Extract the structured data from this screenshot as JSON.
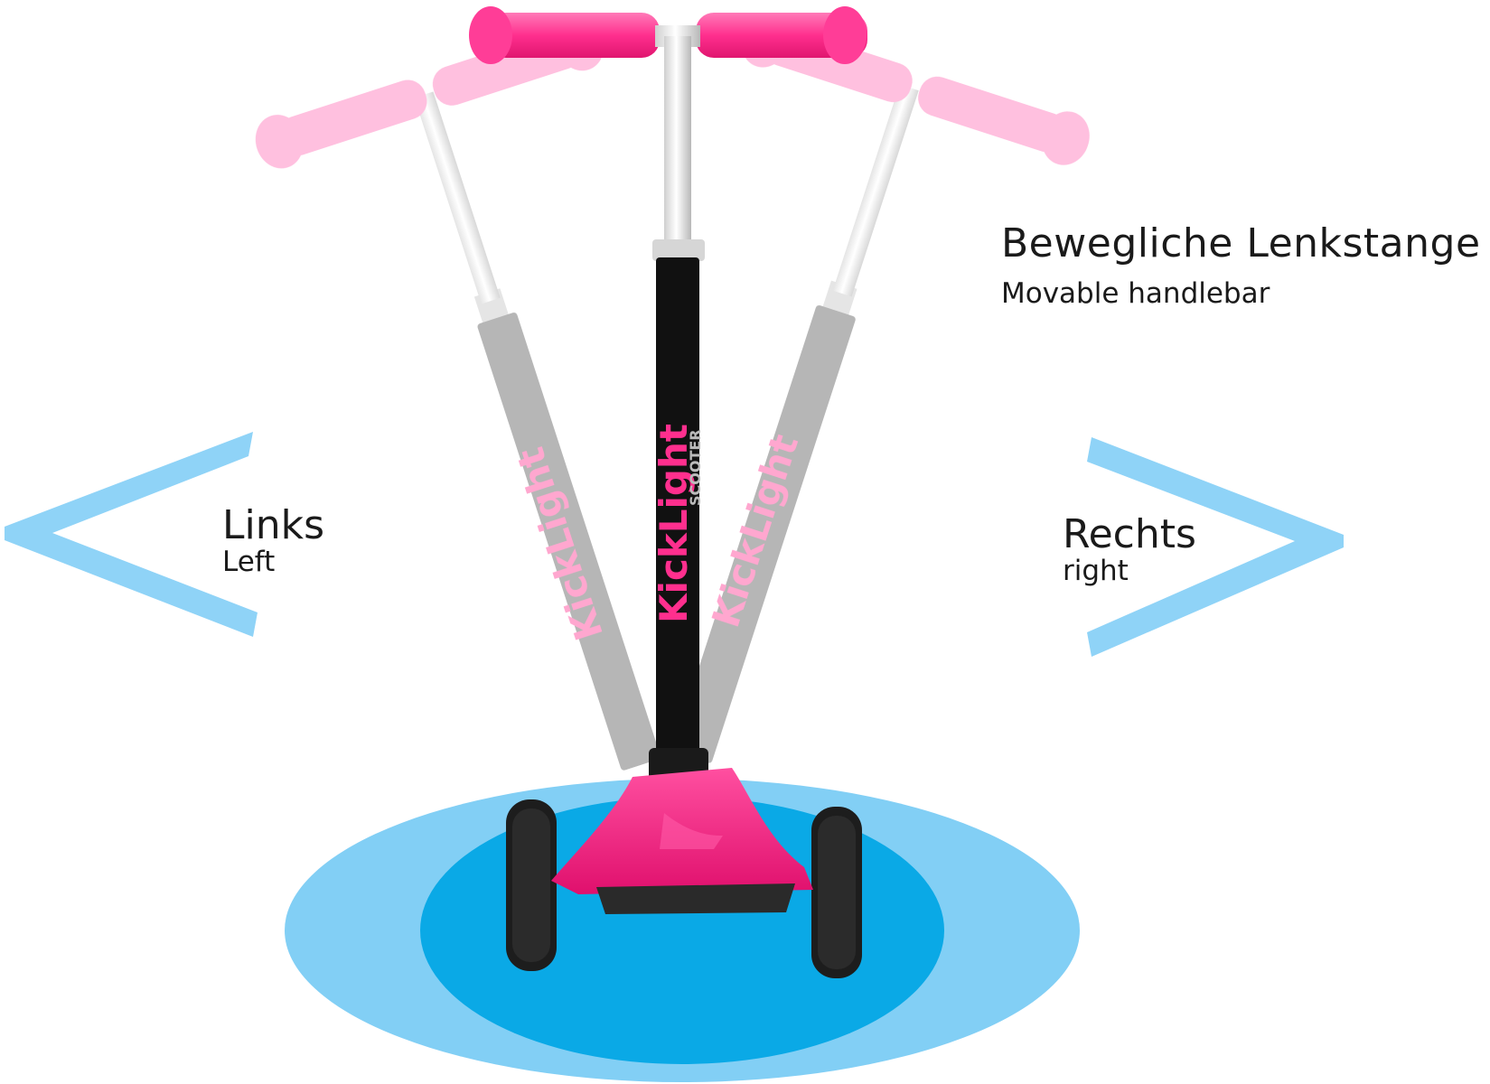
{
  "heading": {
    "de": "Bewegliche Lenkstange",
    "en": "Movable handlebar"
  },
  "left": {
    "de": "Links",
    "en": "Left",
    "arrow_icon": "chevron-left-icon"
  },
  "right": {
    "de": "Rechts",
    "en": "right",
    "arrow_icon": "chevron-right-icon"
  },
  "product": {
    "brand": "KickLight",
    "sub_brand": "SCOOTER"
  },
  "colors": {
    "arrow": "#8fd3f7",
    "disc_outer": "#82cff5",
    "disc_inner": "#0aa9e6",
    "grip": "#ff2f8e",
    "deck": "#ff1f7f",
    "stem_dark": "#111111",
    "stem_ghost": "#8a8a8a",
    "wheel": "#1d1d1d"
  }
}
